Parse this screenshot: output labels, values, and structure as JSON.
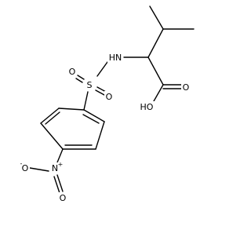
{
  "molecule": {
    "atoms": {
      "sulfur": "S",
      "nh": "HN",
      "oh": "HO",
      "o_sulfonyl_left": "O",
      "o_sulfonyl_right": "O",
      "o_carbonyl": "O",
      "n_nitro": "N",
      "n_plus": "+",
      "o_nitro_bottom": "O",
      "o_nitro_left": "O",
      "o_minus": "-"
    }
  }
}
